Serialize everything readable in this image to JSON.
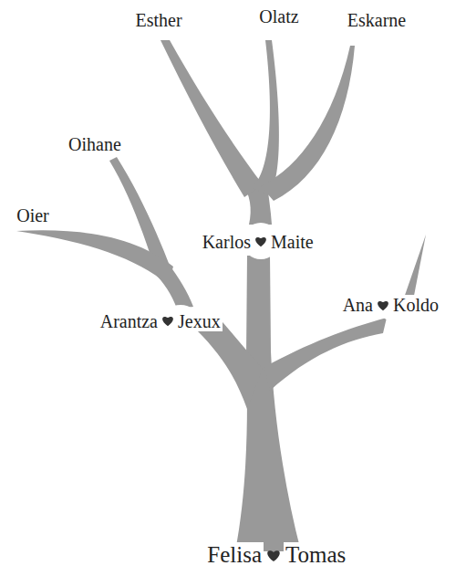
{
  "diagram": {
    "labels": [
      "Esther",
      "Olatz",
      "Eskarne",
      "Oihane",
      "Oier",
      "Karlos",
      "Maite",
      "Arantza",
      "Jexux",
      "Ana",
      "Koldo",
      "Felisa",
      "Tomas"
    ]
  }
}
